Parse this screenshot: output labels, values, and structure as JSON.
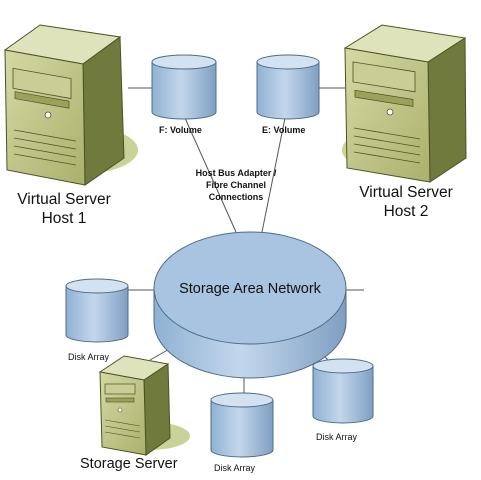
{
  "hosts": [
    {
      "line1": "Virtual Server",
      "line2": "Host 1"
    },
    {
      "line1": "Virtual Server",
      "line2": "Host 2"
    }
  ],
  "volumes": [
    "F: Volume",
    "E: Volume"
  ],
  "hba": {
    "line1": "Host Bus Adapter /",
    "line2": "Fibre Channel",
    "line3": "Connections"
  },
  "san": {
    "label": "Storage Area Network"
  },
  "disk_arrays": [
    "Disk Array",
    "Disk Array",
    "Disk Array"
  ],
  "storage_server": {
    "label": "Storage Server"
  },
  "colors": {
    "cylinder_fill": "#a8c4e0",
    "cylinder_top": "#d2e2f1",
    "cylinder_stroke": "#4e6b88",
    "server_front": "#b9c07c",
    "server_side": "#6f7a3c",
    "shadow": "#c9d297",
    "line": "#555555"
  }
}
